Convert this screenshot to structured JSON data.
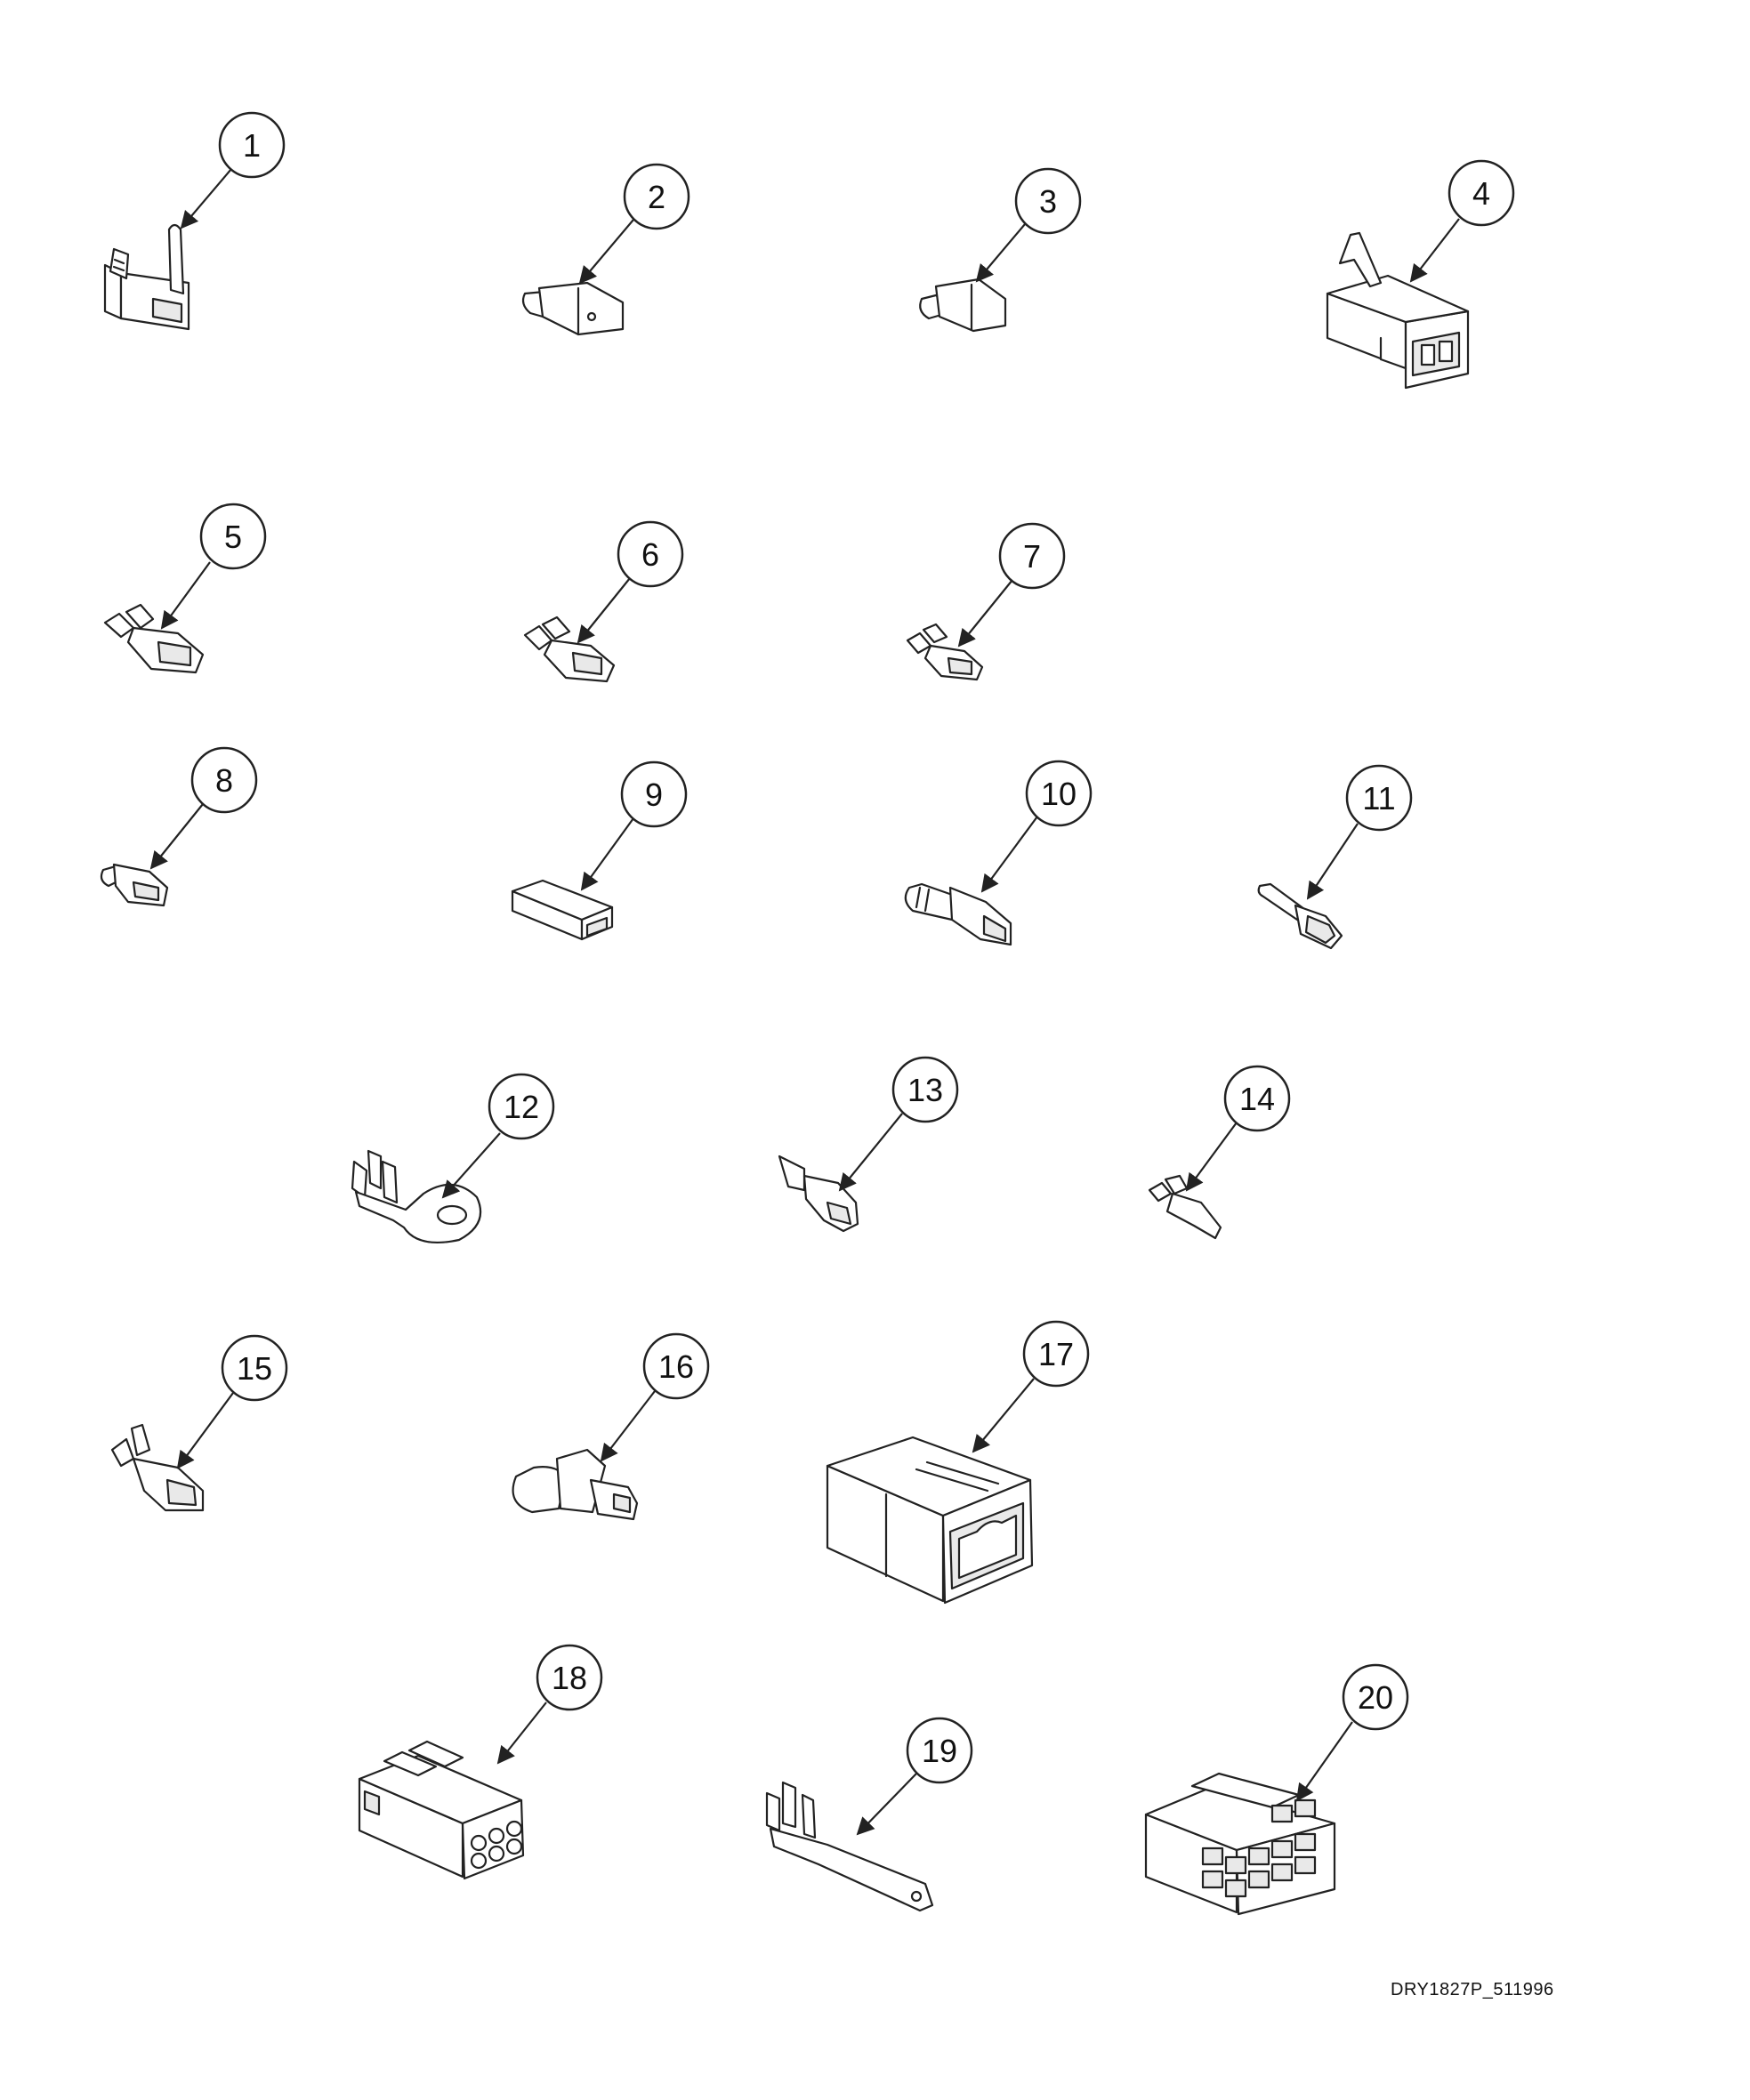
{
  "drawing_id": "DRY1827P_511996",
  "callouts": [
    "1",
    "2",
    "3",
    "4",
    "5",
    "6",
    "7",
    "8",
    "9",
    "10",
    "11",
    "12",
    "13",
    "14",
    "15",
    "16",
    "17",
    "18",
    "19",
    "20"
  ]
}
